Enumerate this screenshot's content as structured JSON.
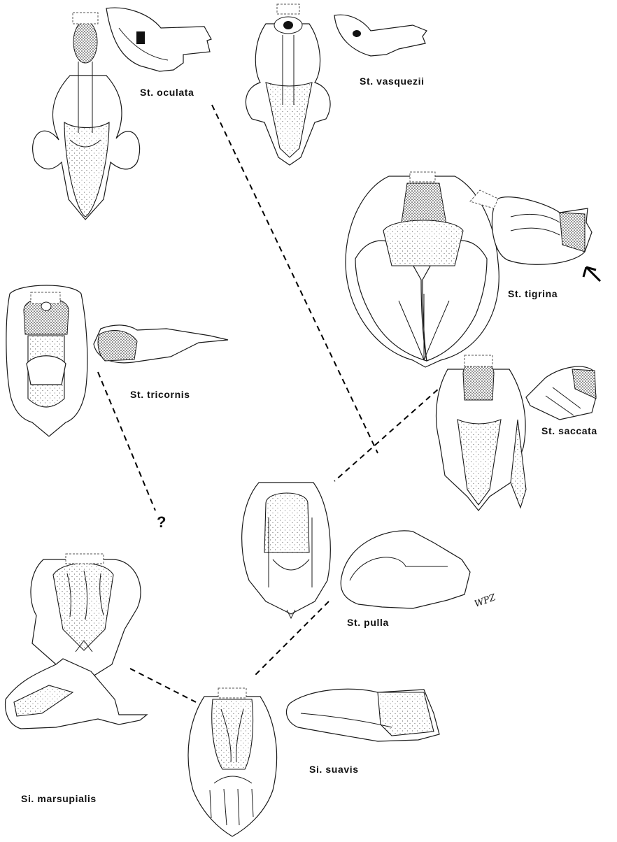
{
  "figure": {
    "labels": {
      "oculata": "St. oculata",
      "vasquezii": "St. vasquezii",
      "tigrina": "St. tigrina",
      "tricornis": "St. tricornis",
      "saccata": "St. saccata",
      "pulla": "St. pulla",
      "suavis": "Si. suavis",
      "marsupialis": "Si. marsupialis"
    },
    "question_mark": "?",
    "artist_signature": "WPZ"
  }
}
